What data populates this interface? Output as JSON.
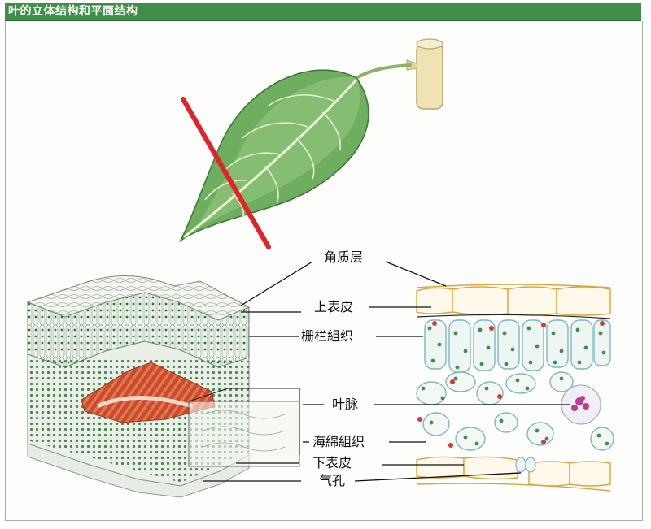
{
  "title": "叶的立体结构和平面结构",
  "labels": {
    "cuticle": "角质层",
    "upper_epidermis": "上表皮",
    "palisade": "栅栏組织",
    "vein": "叶脉",
    "spongy": "海綿組织",
    "lower_epidermis": "下表皮",
    "stoma": "气孔"
  },
  "colors": {
    "title_bar": "#3f8f46",
    "leaf_green": "#4f9a4a",
    "cut_line": "#e0242a",
    "epidermis_outline": "#e0a33a",
    "vein_red": "#c74a2a"
  }
}
